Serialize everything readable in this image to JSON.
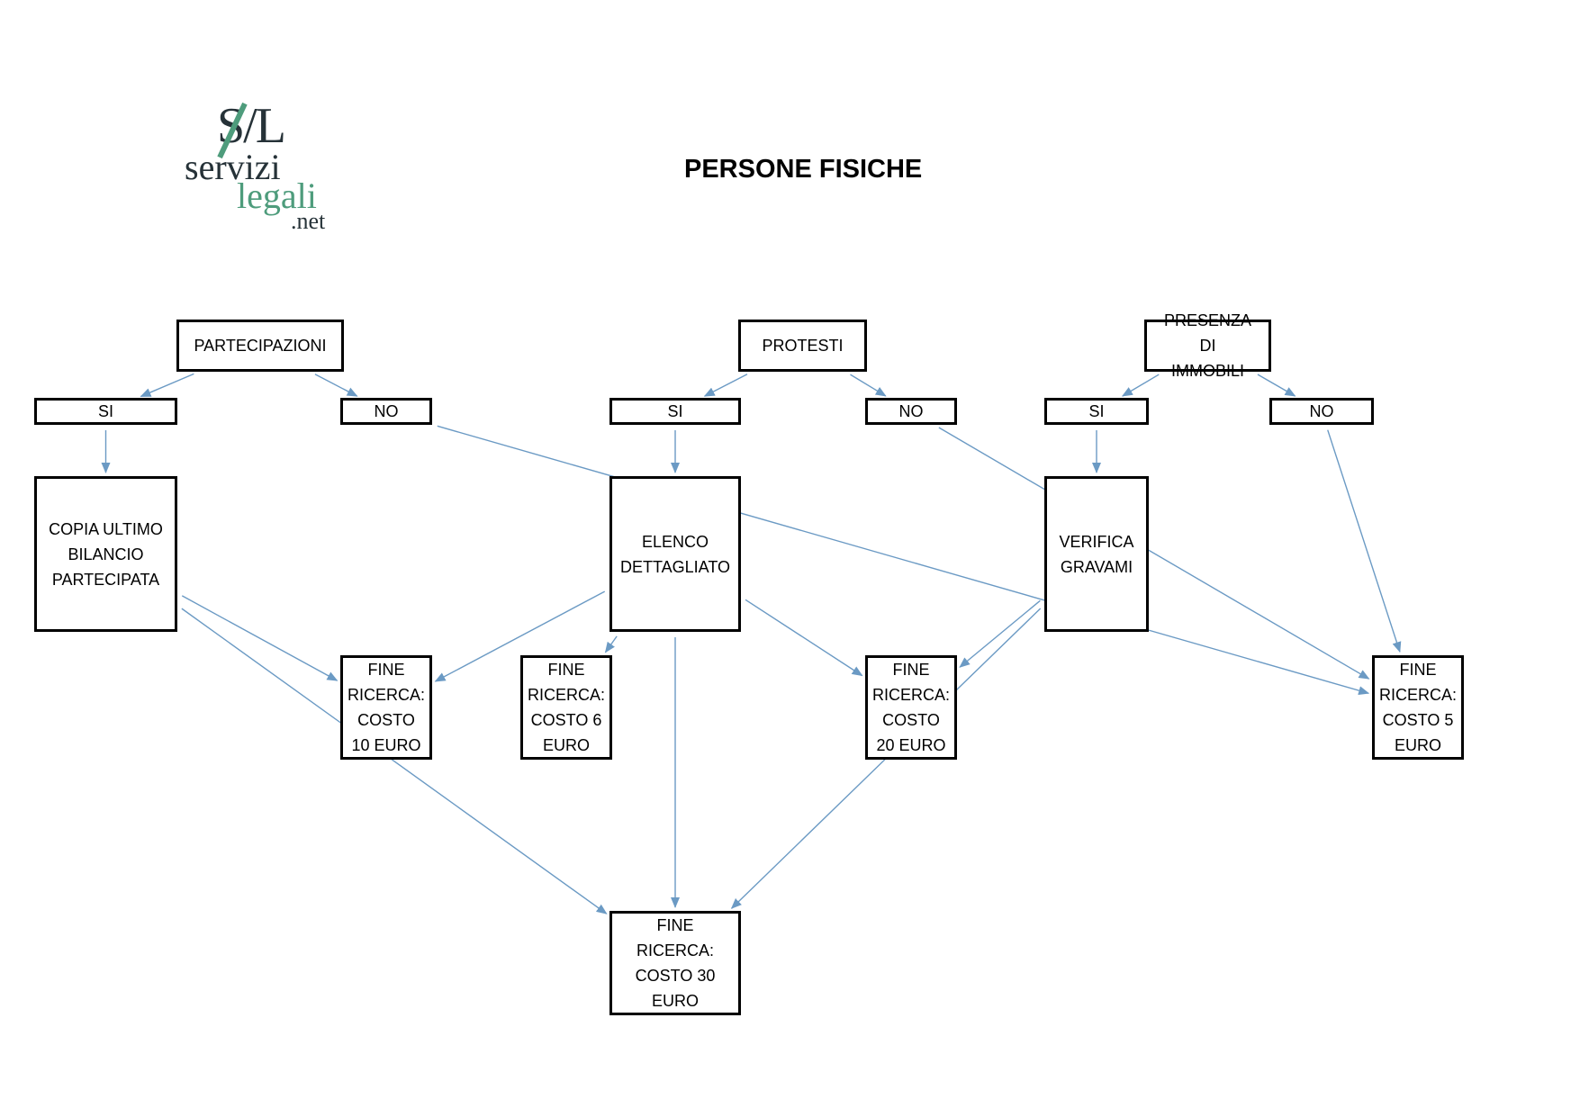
{
  "logo": {
    "top": "S/L",
    "line1": "servizi",
    "line2": "legali",
    "line3": ".net"
  },
  "title": "PERSONE FISICHE",
  "colors": {
    "arrow": "#6b9ac4",
    "logo_dark": "#263238",
    "logo_green": "#4e9c7c"
  },
  "nodes": {
    "partecipazioni": "PARTECIPAZIONI",
    "protesti": "PROTESTI",
    "presenza_immobili": "PRESENZA DI IMMOBILI",
    "si_1": "SI",
    "no_1": "NO",
    "si_2": "SI",
    "no_2": "NO",
    "si_3": "SI",
    "no_3": "NO",
    "copia_bilancio": "COPIA ULTIMO BILANCIO PARTECIPATA",
    "elenco_dettagliato": "ELENCO DETTAGLIATO",
    "verifica_gravami": "VERIFICA GRAVAMI",
    "fine_10": "FINE RICERCA: COSTO 10 EURO",
    "fine_6": "FINE RICERCA: COSTO 6 EURO",
    "fine_20": "FINE RICERCA: COSTO 20 EURO",
    "fine_5": "FINE RICERCA: COSTO 5 EURO",
    "fine_30": "FINE RICERCA: COSTO 30 EURO"
  },
  "edges": [
    [
      "partecipazioni",
      "si_1"
    ],
    [
      "partecipazioni",
      "no_1"
    ],
    [
      "si_1",
      "copia_bilancio"
    ],
    [
      "copia_bilancio",
      "fine_10"
    ],
    [
      "copia_bilancio",
      "fine_30"
    ],
    [
      "no_1",
      "fine_5"
    ],
    [
      "protesti",
      "si_2"
    ],
    [
      "protesti",
      "no_2"
    ],
    [
      "si_2",
      "elenco_dettagliato"
    ],
    [
      "elenco_dettagliato",
      "fine_10"
    ],
    [
      "elenco_dettagliato",
      "fine_6"
    ],
    [
      "elenco_dettagliato",
      "fine_20"
    ],
    [
      "elenco_dettagliato",
      "fine_30"
    ],
    [
      "no_2",
      "fine_5"
    ],
    [
      "presenza_immobili",
      "si_3"
    ],
    [
      "presenza_immobili",
      "no_3"
    ],
    [
      "si_3",
      "verifica_gravami"
    ],
    [
      "verifica_gravami",
      "fine_20"
    ],
    [
      "verifica_gravami",
      "fine_30"
    ],
    [
      "no_3",
      "fine_5"
    ]
  ]
}
